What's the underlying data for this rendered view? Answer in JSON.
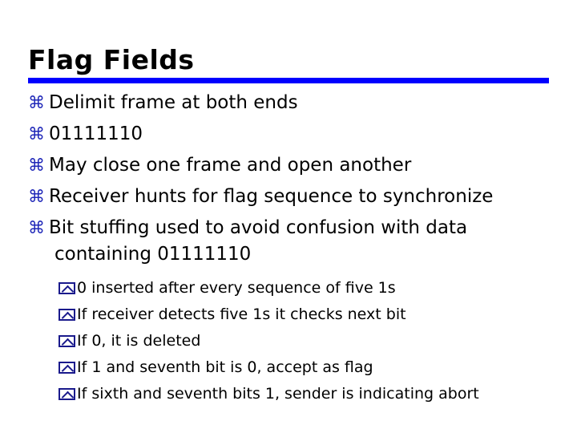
{
  "slide": {
    "title": "Flag Fields",
    "rule_color": "#0000ff",
    "bullet_color": "#1f27b8",
    "sub_bullet_color": "#1a1a8c",
    "text_color": "#000000",
    "background_color": "#ffffff",
    "bullet_glyph": "command-bullet-icon",
    "bullet_char": "⌘",
    "sub_bullet_glyph": "boxed-chevron-up-icon",
    "bullets": [
      {
        "text": "Delimit frame at both ends",
        "wrap": ""
      },
      {
        "text": "01111110",
        "wrap": ""
      },
      {
        "text": "May close one frame and open another",
        "wrap": ""
      },
      {
        "text": "Receiver hunts for flag sequence to synchronize",
        "wrap": ""
      },
      {
        "text": "Bit stuffing used to avoid confusion with data",
        "wrap": "containing 01111110"
      }
    ],
    "sub_bullets": [
      {
        "text": "0 inserted after every sequence of five 1s"
      },
      {
        "text": "If receiver detects five 1s it checks next bit"
      },
      {
        "text": "If 0, it is deleted"
      },
      {
        "text": "If 1 and seventh bit is 0, accept as flag"
      },
      {
        "text": "If sixth and seventh bits 1, sender is indicating abort"
      }
    ]
  }
}
